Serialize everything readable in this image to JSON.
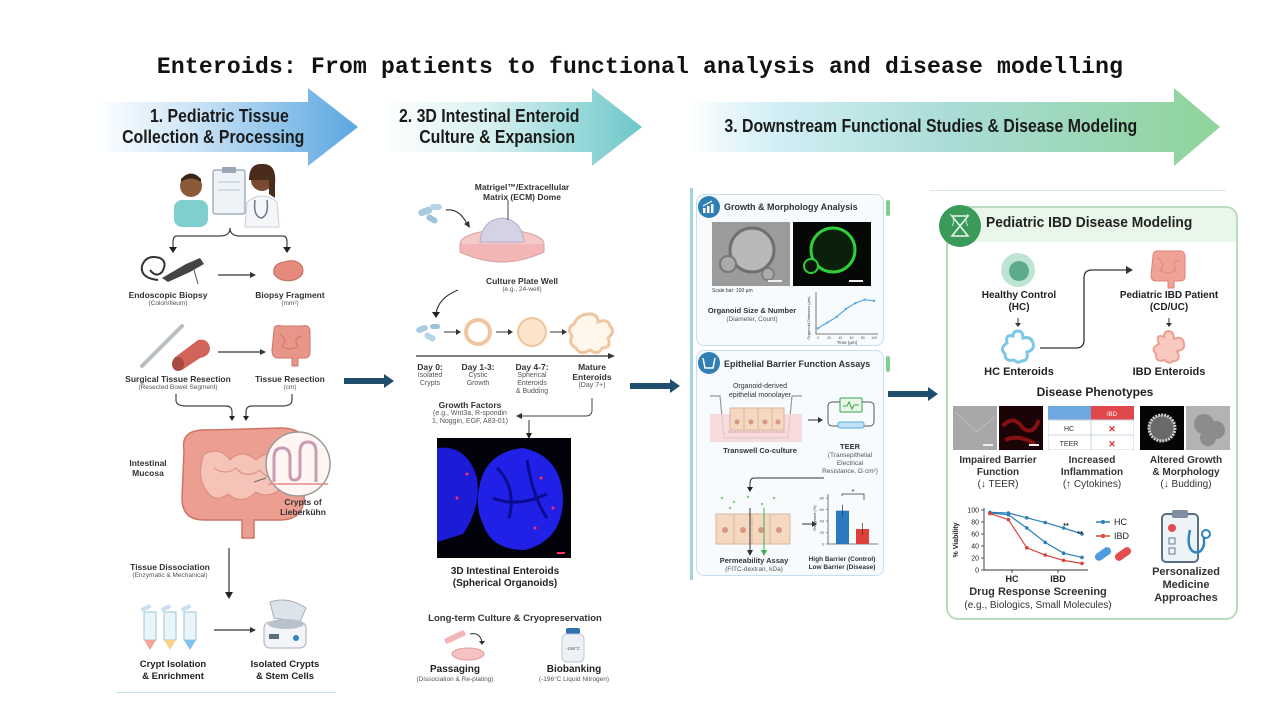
{
  "title": "Enteroids: From patients to functional analysis and disease modelling",
  "sections": {
    "s1": {
      "heading_line1": "1. Pediatric Tissue",
      "heading_line2": "Collection & Processing",
      "endoscopic_biopsy": "Endoscopic Biopsy",
      "endoscopic_biopsy_sub": "(Colon/Ileum)",
      "biopsy_fragment": "Biopsy Fragment",
      "biopsy_fragment_sub": "(mm²)",
      "surgical_resection": "Surgical Tissue Resection",
      "surgical_resection_sub": "(Resected Bowel Segment)",
      "tissue_resection": "Tissue Resection",
      "tissue_resection_sub": "(cm)",
      "intestinal_mucosa_l1": "Intestinal",
      "intestinal_mucosa_l2": "Mucosa",
      "crypts_l1": "Crypts of",
      "crypts_l2": "Lieberkühn",
      "dissociation": "Tissue Dissociation",
      "dissociation_sub": "(Enzymatic & Mechanical)",
      "crypt_isolation_l1": "Crypt Isolation",
      "crypt_isolation_l2": "& Enrichment",
      "isolated_crypts_l1": "Isolated Crypts",
      "isolated_crypts_l2": "& Stem Cells"
    },
    "s2": {
      "heading_line1": "2. 3D Intestinal Enteroid",
      "heading_line2": "Culture & Expansion",
      "matrigel_l1": "Matrigel™/Extracellular",
      "matrigel_l2": "Matrix (ECM) Dome",
      "plate_well": "Culture Plate Well",
      "plate_well_sub": "(e.g., 24-well)",
      "stages": [
        {
          "day": "Day 0:",
          "desc_l1": "Isolated",
          "desc_l2": "Crypts",
          "desc_l3": ""
        },
        {
          "day": "Day 1-3:",
          "desc_l1": "Cystic",
          "desc_l2": "Growth",
          "desc_l3": ""
        },
        {
          "day": "Day 4-7:",
          "desc_l1": "Spherical",
          "desc_l2": "Enteroids",
          "desc_l3": "& Budding"
        },
        {
          "day": "Mature",
          "desc_l1": "Enteroids",
          "desc_l2": "(Day 7+)",
          "desc_l3": ""
        }
      ],
      "growth_factors": "Growth Factors",
      "growth_factors_l1": "(e.g., Wnt3a, R-spondin",
      "growth_factors_l2": "1, Noggin, EGF, A83-01)",
      "enteroids_l1": "3D Intestinal Enteroids",
      "enteroids_l2": "(Spherical Organoids)",
      "longterm": "Long-term Culture & Cryopreservation",
      "passaging": "Passaging",
      "passaging_sub": "(Dissociation & Re-plating)",
      "biobanking": "Biobanking",
      "biobanking_sub": "(-196°C Liquid Nitrogen)",
      "vial_label": "-196°C"
    },
    "s3": {
      "heading": "3. Downstream Functional Studies & Disease Modeling",
      "growth_panel": {
        "title": "Growth & Morphology Analysis",
        "scale_bar": "Scale bar: 100 µm",
        "size_l1": "Organoid Size & Number",
        "size_l2": "(Diameter, Count)",
        "chart_ylabel": "Organoid Diameter (µm)",
        "chart_xlabel": "Time (µm)",
        "chart_x": [
          0,
          20,
          40,
          60,
          80,
          100
        ],
        "chart_y": [
          50,
          100,
          150,
          220,
          270,
          300,
          290
        ]
      },
      "barrier_panel": {
        "title": "Epithelial Barrier Function Assays",
        "monolayer_l1": "Organoid-derived",
        "monolayer_l2": "epithelial monolayer",
        "transwell": "Transwell Co-culture",
        "teer": "TEER",
        "teer_l1": "(Transepithelial",
        "teer_l2": "Electrical",
        "teer_l3": "Resistance, Ω·cm²)",
        "permeability": "Permeability Assay",
        "permeability_sub": "(FITC-dextran, kDa)",
        "bar_ylabel": "Rsegment (%)",
        "bar_values": [
          58,
          26
        ],
        "bar_ymax": 80,
        "bar_ticks": [
          "80",
          "60",
          "40",
          "20",
          "0"
        ],
        "significance": "*",
        "legend_l1": "High Barrier (Control)",
        "legend_l2": "Low Barrier (Disease)",
        "bar_colors": [
          "#2a7bbf",
          "#e0403a"
        ]
      },
      "ibd_panel": {
        "title": "Pediatric IBD Disease Modeling",
        "hc_l1": "Healthy Control",
        "hc_l2": "(HC)",
        "ibd_l1": "Pediatric IBD Patient",
        "ibd_l2": "(CD/UC)",
        "hc_enteroids": "HC Enteroids",
        "ibd_enteroids": "IBD Enteroids",
        "phenotypes": "Disease Phenotypes",
        "table_header": "IBD",
        "table_rows": [
          "HC",
          "TEER"
        ],
        "table_mark": "✕",
        "pheno1_l1": "Impaired Barrier",
        "pheno1_l2": "Function",
        "pheno1_l3": "(↓ TEER)",
        "pheno2_l1": "Increased",
        "pheno2_l2": "Inflammation",
        "pheno2_l3": "(↑ Cytokines)",
        "pheno3_l1": "Altered Growth",
        "pheno3_l2": "& Morphology",
        "pheno3_l3": "(↓ Budding)",
        "drug_l1": "Drug Response Screening",
        "drug_l2": "(e.g., Biologics, Small Molecules)",
        "personalized_l1": "Personalized",
        "personalized_l2": "Medicine",
        "personalized_l3": "Approaches",
        "drug_chart": {
          "ylabel": "% Viability",
          "yticks": [
            "100",
            "80",
            "60",
            "40",
            "20",
            "0"
          ],
          "xticks": [
            "HC",
            "IBD"
          ],
          "legend": [
            "HC",
            "IBD"
          ],
          "significance": [
            "**",
            "**"
          ],
          "hc_top": [
            96,
            95,
            87,
            79,
            70,
            60
          ],
          "hc_mid": [
            95,
            92,
            70,
            46,
            28,
            21
          ],
          "ibd": [
            94,
            84,
            37,
            25,
            16,
            11
          ],
          "colors": {
            "HC": "#2c7fb8",
            "IBD": "#d9453a"
          }
        }
      }
    }
  },
  "colors": {
    "arrow1": "#5aa6e0",
    "arrow2": "#6cc7c9",
    "arrow3_start": "#bfe6f0",
    "arrow3_end": "#8fd39a",
    "connector": "#1f4e6e",
    "tissue": "#e58b7d"
  }
}
